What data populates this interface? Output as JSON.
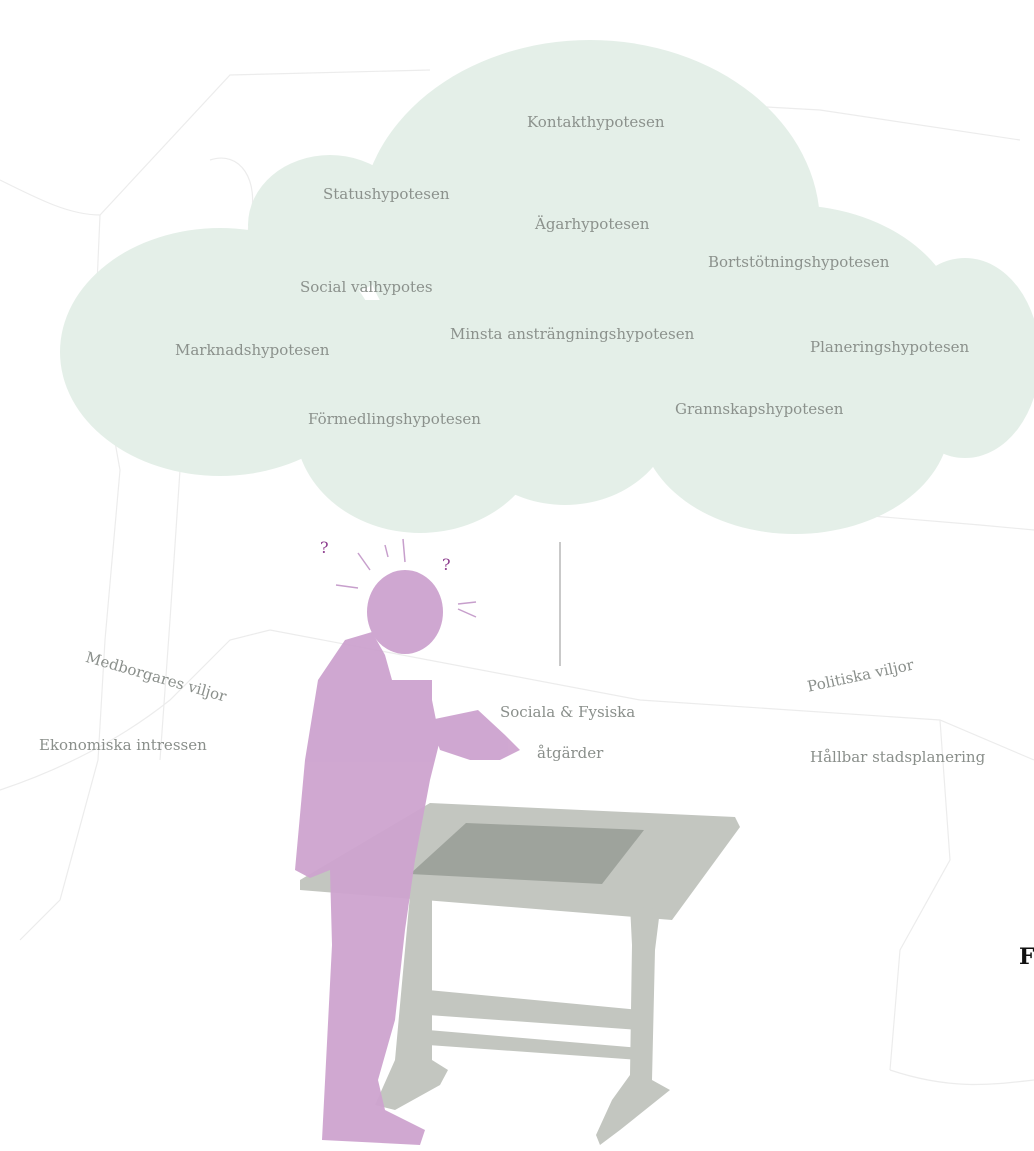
{
  "cloud": {
    "hypotheses": [
      "Kontakthypotesen",
      "Statushypotesen",
      "Ägarhypotesen",
      "Bortstötningshypotesen",
      "Social valhypotes",
      "Minsta ansträngningshypotesen",
      "Marknadshypotesen",
      "Planeringshypotesen",
      "Förmedlingshypotesen",
      "Grannskapshypotesen"
    ]
  },
  "labels": {
    "citizens_will": "Medborgares viljor",
    "economic_interests": "Ekonomiska intressen",
    "political_will": "Politiska viljor",
    "sustainable_planning": "Hållbar stadsplanering",
    "measures_line1": "Sociala  &  Fysiska",
    "measures_line2": "åtgärder",
    "edge_letter": "F"
  },
  "marks": {
    "question_mark": "?"
  },
  "colors": {
    "cloud": "#e4efe8",
    "person": "#cda3cf",
    "desk": "#c3c6c0",
    "desk_surface": "#9ea39c",
    "label": "#8a8f8b",
    "map_lines": "#ececec",
    "question": "#8e3e8f"
  }
}
